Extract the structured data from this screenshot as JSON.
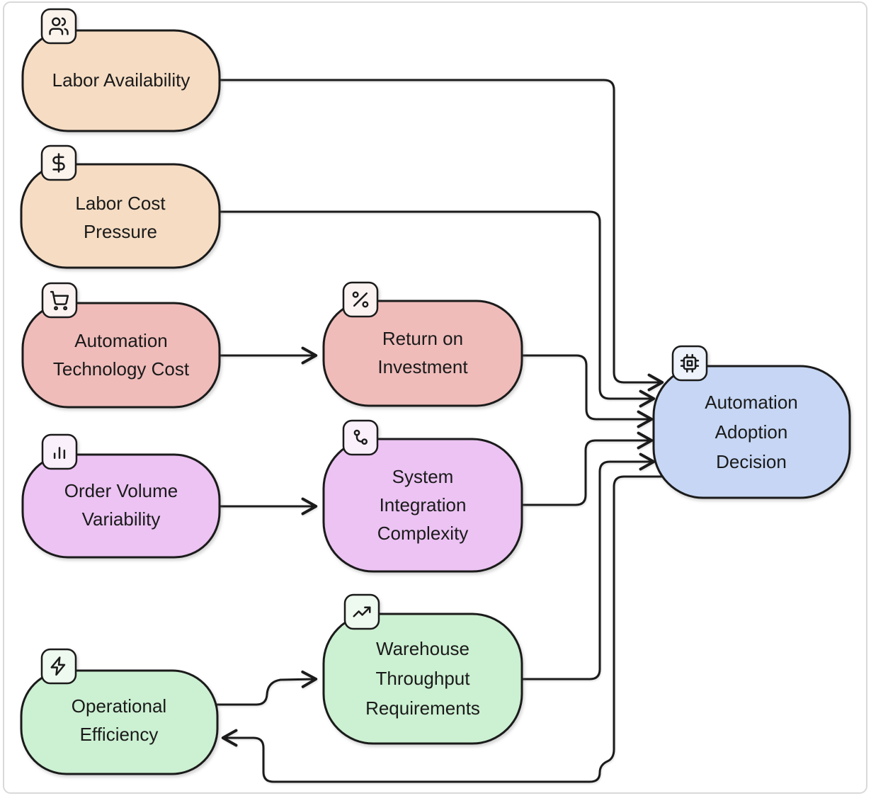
{
  "nodes": {
    "la": {
      "lines": [
        "Labor Availability"
      ],
      "icon": "users-icon",
      "fill": "#F5DCC3",
      "badge_fill": "#FAF4ED"
    },
    "lcp": {
      "lines": [
        "Labor Cost",
        "Pressure"
      ],
      "icon": "dollar-icon",
      "fill": "#F5DCC3",
      "badge_fill": "#FAF4ED"
    },
    "atc": {
      "lines": [
        "Automation",
        "Technology Cost"
      ],
      "icon": "shopping-cart-icon",
      "fill": "#EFBCBA",
      "badge_fill": "#FBF3F2"
    },
    "roi": {
      "lines": [
        "Return on",
        "Investment"
      ],
      "icon": "percent-icon",
      "fill": "#EFBCBA",
      "badge_fill": "#FBF3F2"
    },
    "ovv": {
      "lines": [
        "Order Volume",
        "Variability"
      ],
      "icon": "bar-chart-icon",
      "fill": "#ECC3F3",
      "badge_fill": "#FAF0FB"
    },
    "sic": {
      "lines": [
        "System",
        "Integration",
        "Complexity"
      ],
      "icon": "spline-icon",
      "fill": "#ECC3F3",
      "badge_fill": "#FAF0FB"
    },
    "oe": {
      "lines": [
        "Operational",
        "Efficiency"
      ],
      "icon": "zap-icon",
      "fill": "#CCF0D2",
      "badge_fill": "#EEF9EF"
    },
    "wtr": {
      "lines": [
        "Warehouse",
        "Throughput",
        "Requirements"
      ],
      "icon": "trending-up-icon",
      "fill": "#CCF0D2",
      "badge_fill": "#EEF9EF"
    },
    "aad": {
      "lines": [
        "Automation",
        "Adoption",
        "Decision"
      ],
      "icon": "cpu-icon",
      "fill": "#C6D6F4",
      "badge_fill": "#EDF2FB"
    }
  },
  "edges": [
    {
      "from": "Labor Availability",
      "to": "Automation Adoption Decision"
    },
    {
      "from": "Labor Cost Pressure",
      "to": "Automation Adoption Decision"
    },
    {
      "from": "Automation Technology Cost",
      "to": "Return on Investment"
    },
    {
      "from": "Return on Investment",
      "to": "Automation Adoption Decision"
    },
    {
      "from": "Order Volume Variability",
      "to": "System Integration Complexity"
    },
    {
      "from": "System Integration Complexity",
      "to": "Automation Adoption Decision"
    },
    {
      "from": "Operational Efficiency",
      "to": "Warehouse Throughput Requirements"
    },
    {
      "from": "Warehouse Throughput Requirements",
      "to": "Automation Adoption Decision"
    },
    {
      "from": "Automation Adoption Decision",
      "to": "Operational Efficiency"
    }
  ],
  "colors": {
    "stroke": "#1B1B1B",
    "canvas_border": "#D9D9D9",
    "background": "#FFFFFF",
    "peach": "#F5DCC3",
    "pink": "#EFBCBA",
    "purple": "#ECC3F3",
    "green": "#CCF0D2",
    "blue": "#C6D6F4"
  }
}
